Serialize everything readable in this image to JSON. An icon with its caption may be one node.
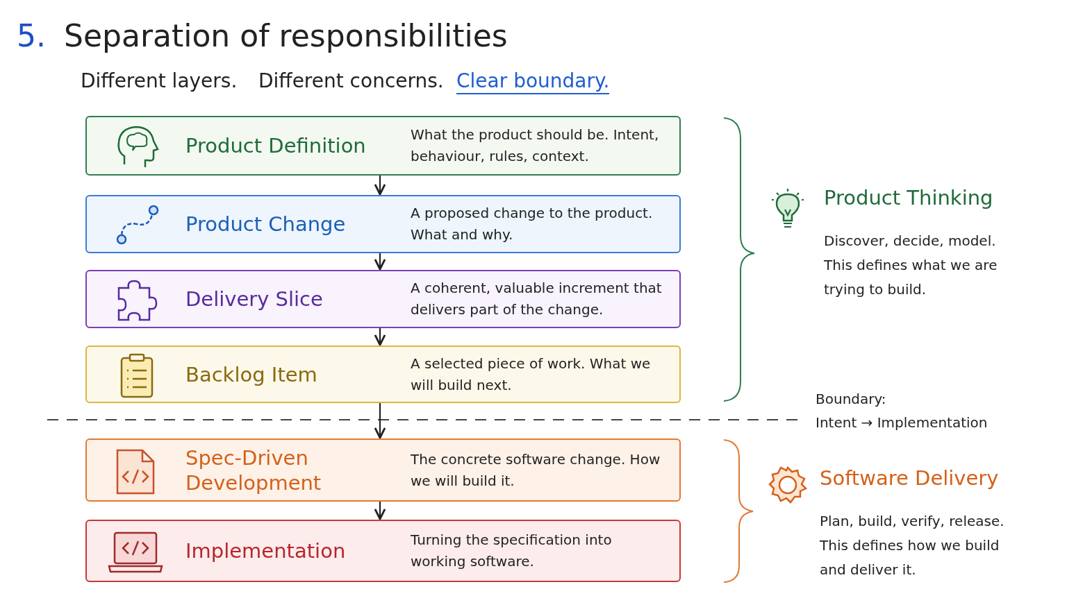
{
  "diagram": {
    "title": "Separation of responsibilities",
    "nodes": [
      {
        "text": [
          "Product Definition",
          "What the product should be. Intent, behaviour, rules, context."
        ]
      },
      {
        "text": [
          "Product Change",
          "A proposed change to the product. What and why."
        ]
      },
      {
        "text": [
          "Delivery Slice",
          "A coherent, valuable increment that delivers part of the change."
        ]
      },
      {
        "text": [
          "Backlog Item",
          "A selected piece of work. What we will build next."
        ]
      },
      {
        "text": [
          "Spec-Driven Development",
          "The concrete software change. How we will build it."
        ]
      },
      {
        "text": [
          "Implementation",
          "Turning the specification into working software."
        ]
      },
      {
        "text": [
          "Product Thinking",
          "Discover, decide, model. This defines what we are trying to build."
        ]
      },
      {
        "text": [
          "Software Delivery",
          "Plan, build, verify, release. This defines how we build and deliver it."
        ]
      }
    ],
    "edges": [
      {
        "from": 0,
        "to": 1,
        "arrow": "to"
      },
      {
        "from": 1,
        "to": 2,
        "arrow": "to"
      },
      {
        "from": 2,
        "to": 3,
        "arrow": "to"
      },
      {
        "from": 3,
        "to": 4,
        "arrow": "to"
      },
      {
        "from": 4,
        "to": 5,
        "arrow": "to"
      }
    ],
    "labels": [
      "5.",
      "Different layers.",
      "Different concerns.",
      "Clear boundary.",
      "Boundary:",
      "Intent → Implementation"
    ]
  }
}
